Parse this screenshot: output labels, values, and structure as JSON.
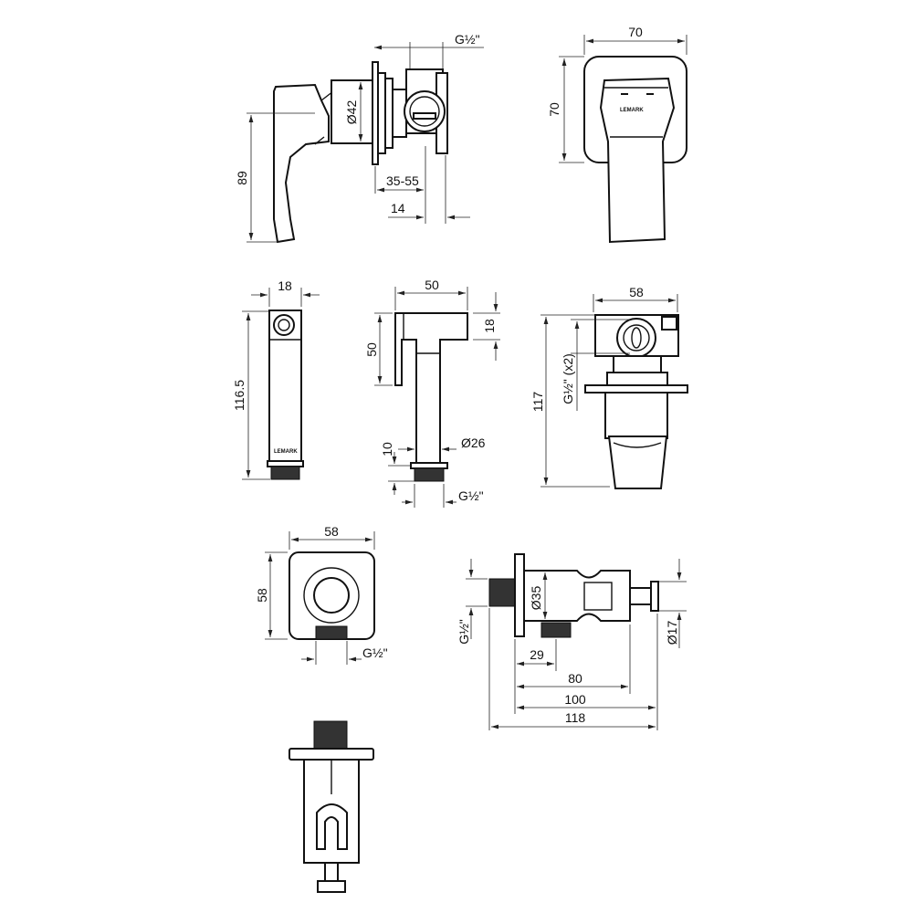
{
  "views": {
    "mixer_side": {
      "g_half": "G½\"",
      "diameter": "Ø42",
      "height": "89",
      "wall_range": "35-55",
      "offset": "14"
    },
    "mixer_front": {
      "width": "70",
      "height": "70",
      "logo": "LEMARK"
    },
    "shower_side": {
      "width": "18",
      "length": "116.5",
      "logo": "LEMARK"
    },
    "shower_front": {
      "width": "50",
      "head_height": "18",
      "height": "50",
      "collar": "10",
      "diameter": "Ø26",
      "thread": "G½\""
    },
    "connector_box": {
      "width": "58",
      "height": "117",
      "thread": "G½\" (x2)"
    },
    "wall_outlet": {
      "width": "58",
      "height": "58",
      "thread": "G½\""
    },
    "angle_valve": {
      "thread": "G½\"",
      "diameter": "Ø35",
      "knob_diameter": "Ø17",
      "d29": "29",
      "d80": "80",
      "d100": "100",
      "d118": "118"
    }
  }
}
